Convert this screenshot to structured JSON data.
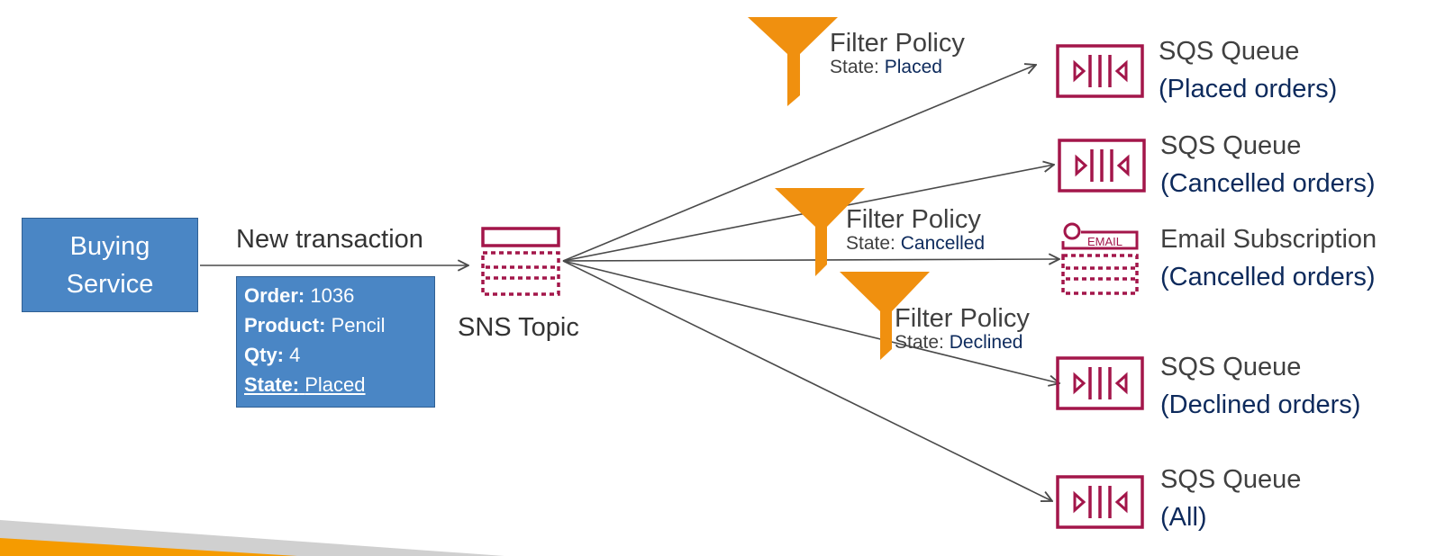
{
  "producer": {
    "label_line1": "Buying",
    "label_line2": "Service"
  },
  "message": {
    "label": "New transaction",
    "fields": [
      {
        "key": "Order:",
        "value": "1036"
      },
      {
        "key": "Product:",
        "value": "Pencil"
      },
      {
        "key": "Qty:",
        "value": "4"
      },
      {
        "key": "State:",
        "value": "Placed"
      }
    ]
  },
  "topic": {
    "label": "SNS Topic"
  },
  "filter_policies": [
    {
      "title": "Filter Policy",
      "state_key": "State:",
      "state_value": "Placed"
    },
    {
      "title": "Filter Policy",
      "state_key": "State:",
      "state_value": "Cancelled"
    },
    {
      "title": "Filter Policy",
      "state_key": "State:",
      "state_value": "Declined"
    }
  ],
  "destinations": [
    {
      "type": "SQS Queue",
      "detail": "(Placed orders)"
    },
    {
      "type": "SQS Queue",
      "detail": "(Cancelled orders)"
    },
    {
      "type": "Email Subscription",
      "detail": "(Cancelled orders)",
      "icon_text": "EMAIL"
    },
    {
      "type": "SQS Queue",
      "detail": "(Declined orders)"
    },
    {
      "type": "SQS Queue",
      "detail": "(All)"
    }
  ],
  "colors": {
    "box_blue": "#4a86c5",
    "aws_maroon": "#a3164a",
    "funnel_orange": "#f0900f",
    "detail_navy": "#0d2a5c",
    "arrow_gray": "#4a4a4a",
    "footer_gray": "#d0d0d0",
    "footer_orange": "#f59b00"
  }
}
